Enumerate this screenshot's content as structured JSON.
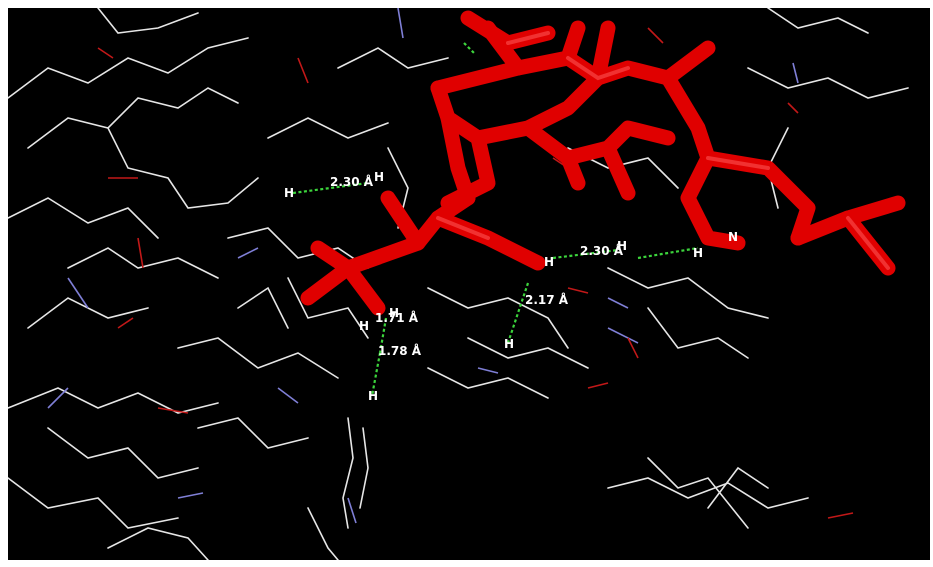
{
  "scene": {
    "background": "#000000",
    "ligand_color": "#e00000",
    "hbond_color": "#3cd43c",
    "atom_labels": {
      "h": "H",
      "n": "N"
    },
    "distances": {
      "d1": "2.30 Å",
      "d2": "2.30 Å",
      "d3": "2.17 Å",
      "d4": "1.71 Å",
      "d5": "1.78 Å"
    }
  }
}
